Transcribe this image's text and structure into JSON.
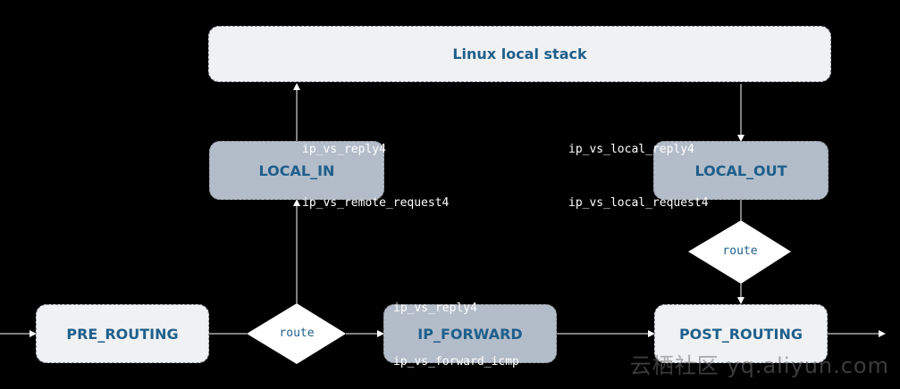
{
  "nodes": {
    "linux_local_stack": "Linux local stack",
    "local_in": "LOCAL_IN",
    "local_out": "LOCAL_OUT",
    "pre_routing": "PRE_ROUTING",
    "ip_forward": "IP_FORWARD",
    "post_routing": "POST_ROUTING"
  },
  "decisions": {
    "route_left": "route",
    "route_right": "route"
  },
  "hooks": {
    "local_in": [
      "ip_vs_reply4",
      "ip_vs_remote_request4"
    ],
    "local_out": [
      "ip_vs_local_reply4",
      "ip_vs_local_request4"
    ],
    "ip_forward": [
      "ip_vs_reply4",
      "ip_vs_forward_icmp"
    ]
  },
  "watermark": "云栖社区 yq.aliyun.com",
  "colors": {
    "background": "#000000",
    "light_box": "#f0f1f3",
    "grey_box": "#b3bcc9",
    "label_text": "#1f5f8b",
    "arrow": "#ffffff"
  }
}
